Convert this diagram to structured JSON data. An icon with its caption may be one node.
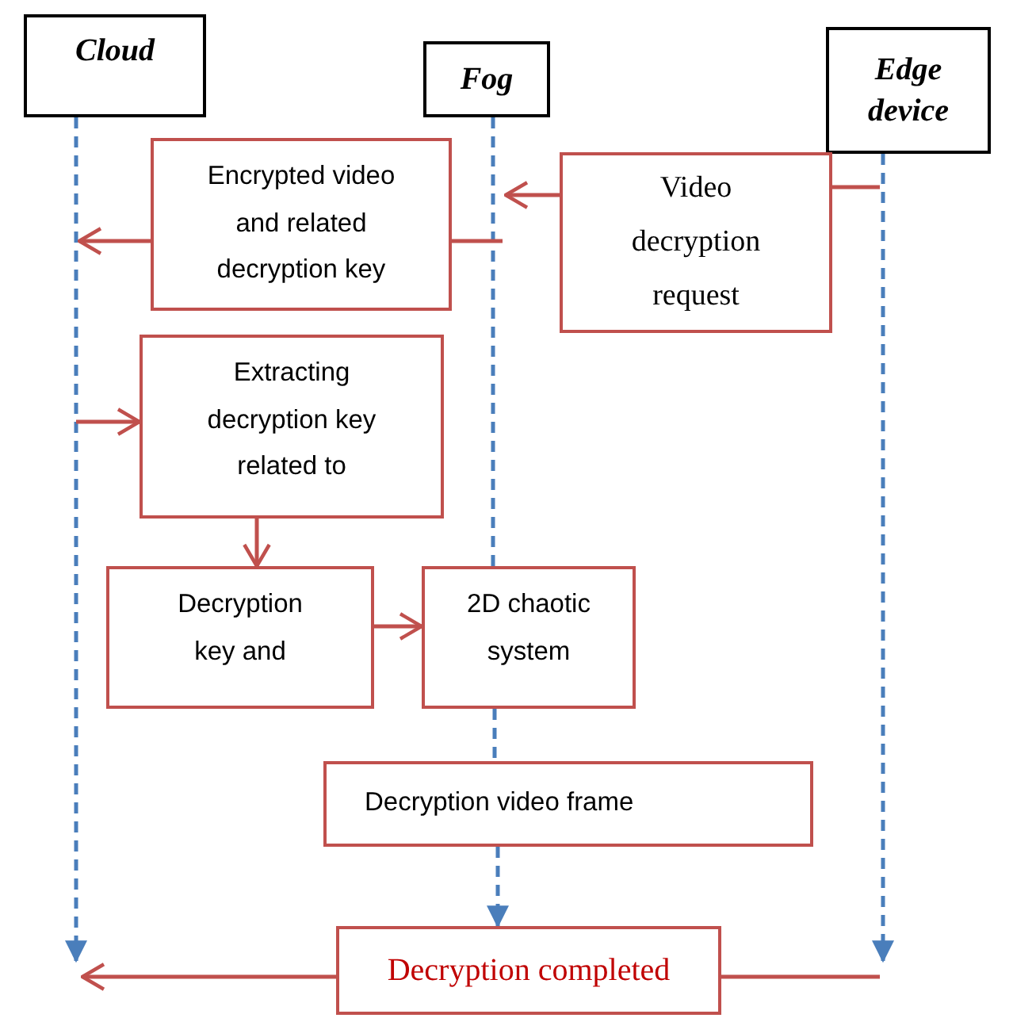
{
  "diagram": {
    "nodes": [
      {
        "text": [
          "Cloud"
        ]
      },
      {
        "text": [
          "Fog"
        ]
      },
      {
        "text": [
          "Edge device"
        ]
      },
      {
        "text": [
          "Encrypted video and related decryption key"
        ]
      },
      {
        "text": [
          "Video decryption request"
        ]
      },
      {
        "text": [
          "Extracting decryption key related to"
        ]
      },
      {
        "text": [
          "Decryption key and"
        ]
      },
      {
        "text": [
          "2D chaotic system"
        ]
      },
      {
        "text": [
          "Decryption video frame"
        ]
      },
      {
        "text": [
          "Decryption completed"
        ]
      }
    ],
    "edges": [
      {
        "from": 0,
        "to": null,
        "arrow": "to",
        "style": "dashed",
        "color": "#4a7ebb"
      },
      {
        "from": 1,
        "to": 7,
        "arrow": "none",
        "style": "dashed",
        "color": "#4a7ebb"
      },
      {
        "from": 7,
        "to": 8,
        "arrow": "none",
        "style": "dashed",
        "color": "#4a7ebb"
      },
      {
        "from": 8,
        "to": 9,
        "arrow": "to",
        "style": "dashed",
        "color": "#4a7ebb"
      },
      {
        "from": 2,
        "to": null,
        "arrow": "to",
        "style": "dashed",
        "color": "#4a7ebb"
      },
      {
        "from": null,
        "to": 4,
        "arrow": "none"
      },
      {
        "from": 4,
        "to": null,
        "arrow": "to"
      },
      {
        "from": null,
        "to": 3,
        "arrow": "none"
      },
      {
        "from": 3,
        "to": null,
        "arrow": "to"
      },
      {
        "from": null,
        "to": 5,
        "arrow": "to"
      },
      {
        "from": 5,
        "to": 6,
        "arrow": "to"
      },
      {
        "from": 6,
        "to": 7,
        "arrow": "to"
      },
      {
        "from": null,
        "to": 9,
        "arrow": "none"
      },
      {
        "from": 9,
        "to": null,
        "arrow": "to"
      }
    ]
  }
}
